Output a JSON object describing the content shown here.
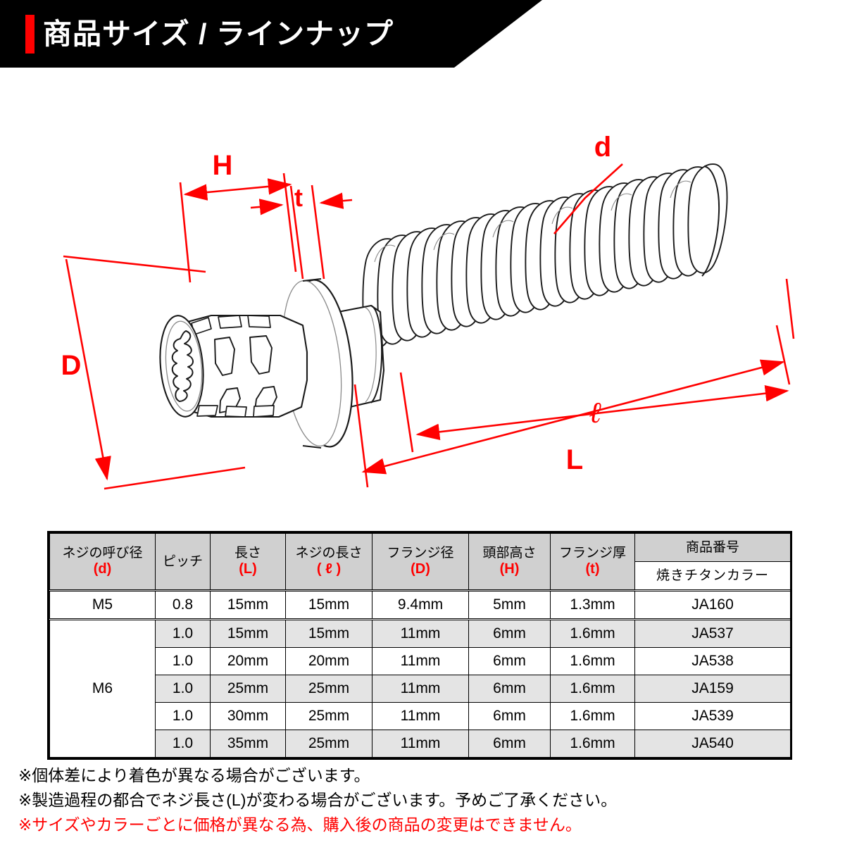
{
  "header": {
    "title": "商品サイズ / ラインナップ",
    "accent_color": "#ff0000",
    "background_color": "#000000"
  },
  "diagram": {
    "description": "12点スプラインフランジボルトの寸法図",
    "labels": {
      "head_height": "H",
      "flange_thickness": "t",
      "thread_diameter": "d",
      "flange_diameter": "D",
      "thread_length": "ℓ",
      "total_length": "L"
    },
    "annotation_color": "#ff0000",
    "line_color": "#000000"
  },
  "table": {
    "columns": [
      {
        "main": "ネジの呼び径",
        "sub": "(d)"
      },
      {
        "main": "ピッチ",
        "sub": ""
      },
      {
        "main": "長さ",
        "sub": "(L)"
      },
      {
        "main": "ネジの長さ",
        "sub": "( ℓ )"
      },
      {
        "main": "フランジ径",
        "sub": "(D)"
      },
      {
        "main": "頭部高さ",
        "sub": "(H)"
      },
      {
        "main": "フランジ厚",
        "sub": "(t)"
      }
    ],
    "partno_header": {
      "top": "商品番号",
      "bottom": "焼きチタンカラー"
    },
    "rows": [
      {
        "size": "M5",
        "pitch": "0.8",
        "length": "15mm",
        "thread_length": "15mm",
        "flange_dia": "9.4mm",
        "head_height": "5mm",
        "flange_thickness": "1.3mm",
        "part_no": "JA160",
        "shaded": false
      },
      {
        "size": "M6",
        "pitch": "1.0",
        "length": "15mm",
        "thread_length": "15mm",
        "flange_dia": "11mm",
        "head_height": "6mm",
        "flange_thickness": "1.6mm",
        "part_no": "JA537",
        "shaded": true
      },
      {
        "size": "",
        "pitch": "1.0",
        "length": "20mm",
        "thread_length": "20mm",
        "flange_dia": "11mm",
        "head_height": "6mm",
        "flange_thickness": "1.6mm",
        "part_no": "JA538",
        "shaded": false
      },
      {
        "size": "",
        "pitch": "1.0",
        "length": "25mm",
        "thread_length": "25mm",
        "flange_dia": "11mm",
        "head_height": "6mm",
        "flange_thickness": "1.6mm",
        "part_no": "JA159",
        "shaded": true
      },
      {
        "size": "",
        "pitch": "1.0",
        "length": "30mm",
        "thread_length": "25mm",
        "flange_dia": "11mm",
        "head_height": "6mm",
        "flange_thickness": "1.6mm",
        "part_no": "JA539",
        "shaded": false
      },
      {
        "size": "",
        "pitch": "1.0",
        "length": "35mm",
        "thread_length": "25mm",
        "flange_dia": "11mm",
        "head_height": "6mm",
        "flange_thickness": "1.6mm",
        "part_no": "JA540",
        "shaded": true
      }
    ]
  },
  "footnotes": [
    {
      "text": "※個体差により着色が異なる場合がございます。",
      "color": "#000000"
    },
    {
      "text": "※製造過程の都合でネジ長さ(L)が変わる場合がございます。予めご了承ください。",
      "color": "#000000"
    },
    {
      "text": "※サイズやカラーごとに価格が異なる為、購入後の商品の変更はできません。",
      "color": "#ff0000"
    }
  ]
}
